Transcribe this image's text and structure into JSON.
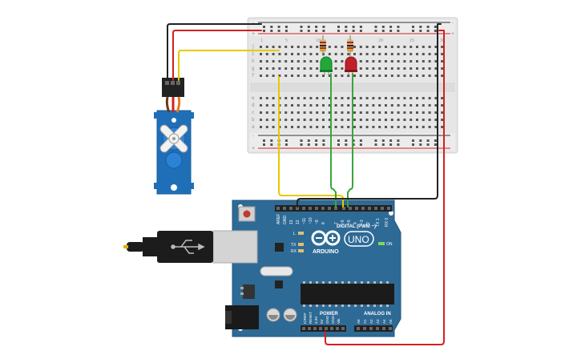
{
  "breadboard": {
    "rows_top": [
      "j",
      "i",
      "h",
      "g",
      "f"
    ],
    "rows_bottom": [
      "e",
      "d",
      "c",
      "b",
      "a"
    ],
    "rail_plus": "+",
    "rail_minus": "-",
    "columns": [
      "1",
      "5",
      "10",
      "15",
      "20",
      "25",
      "30"
    ]
  },
  "arduino": {
    "brand": "ARDUINO",
    "model": "UNO",
    "section_digital": "DIGITAL (PWM ~)",
    "section_power": "POWER",
    "section_analog": "ANALOG IN",
    "label_on": "ON",
    "label_l": "L",
    "label_tx": "TX",
    "label_rx": "RX",
    "header_top": [
      "AREF",
      "GND",
      "13",
      "12",
      "~11",
      "~10",
      "~9",
      "8",
      "7",
      "~6",
      "~5",
      "4",
      "~3",
      "2",
      "TX 1",
      "RX 0"
    ],
    "header_power": [
      "IOREF",
      "RESET",
      "3.3V",
      "5V",
      "GND",
      "GND",
      "Vin"
    ],
    "header_analog": [
      "A0",
      "A1",
      "A2",
      "A3",
      "A4",
      "A5"
    ]
  },
  "components": {
    "led_green": "green-led",
    "led_red": "red-led",
    "servo": "servo-motor"
  },
  "colors": {
    "wire_red": "#d42020",
    "wire_black": "#222222",
    "wire_yellow": "#e8c800",
    "wire_green": "#3aa63a",
    "arduino_board": "#2e6a96",
    "servo_body": "#1f6fb8",
    "breadboard": "#e8e8e8"
  }
}
